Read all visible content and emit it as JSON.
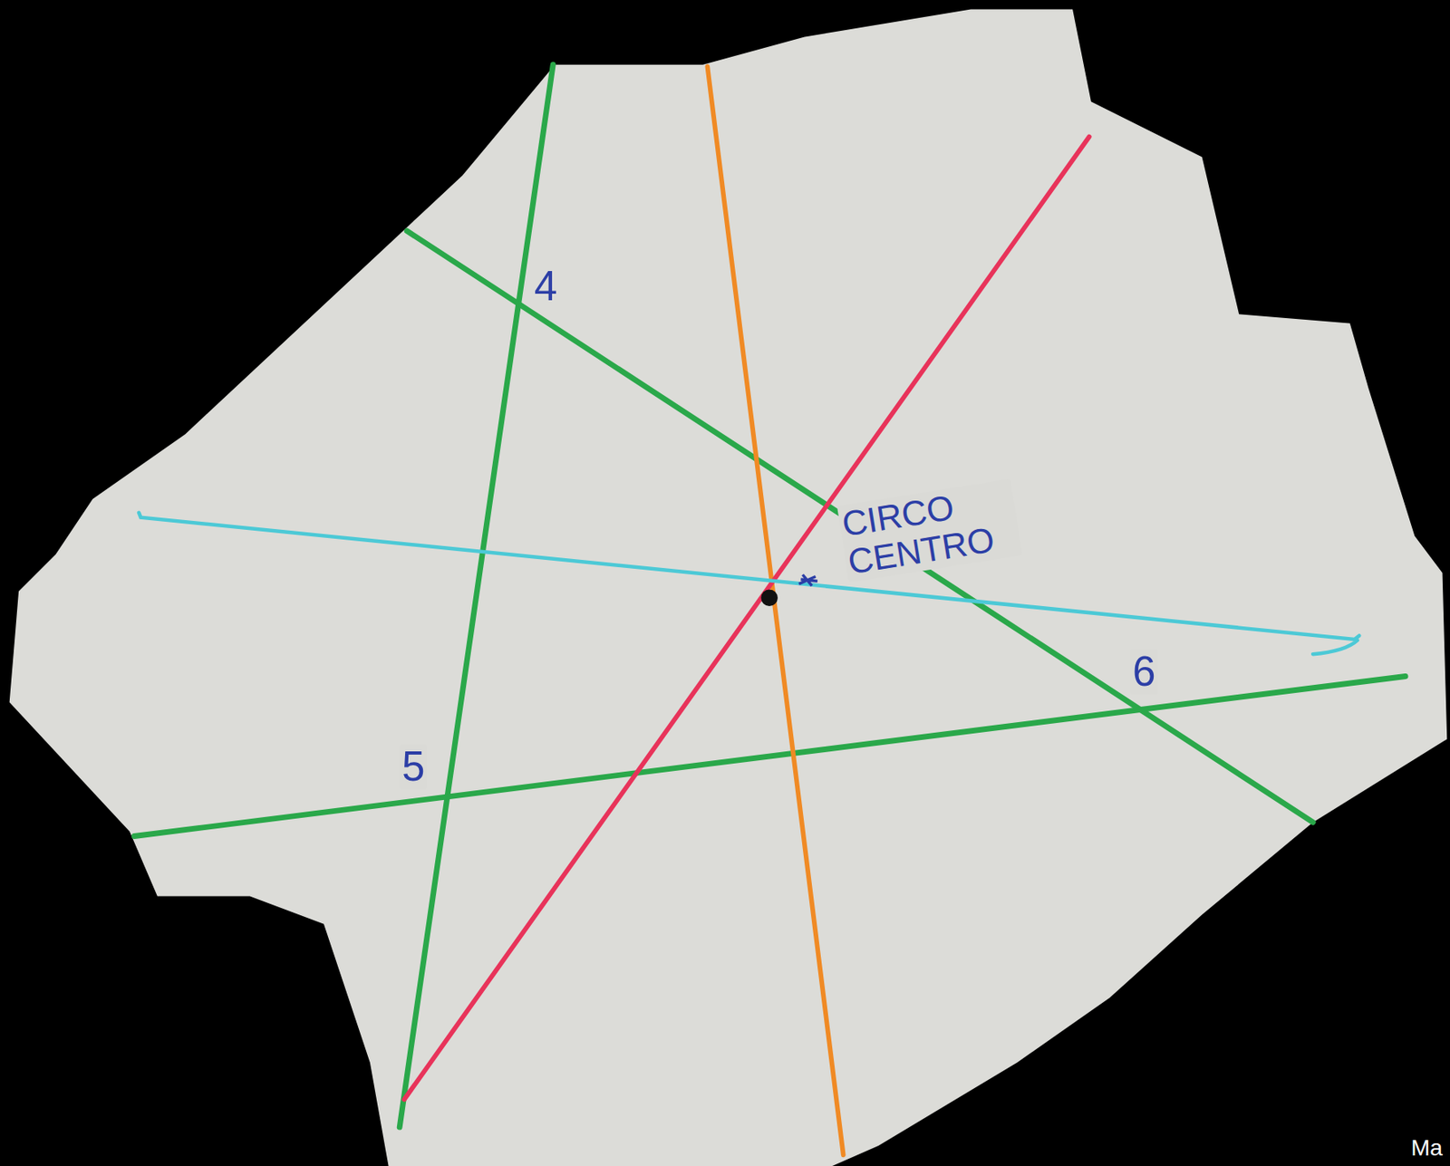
{
  "diagram": {
    "labels": [
      "4",
      "CIRCO CENTRO",
      "5",
      "6",
      "Ma"
    ]
  }
}
